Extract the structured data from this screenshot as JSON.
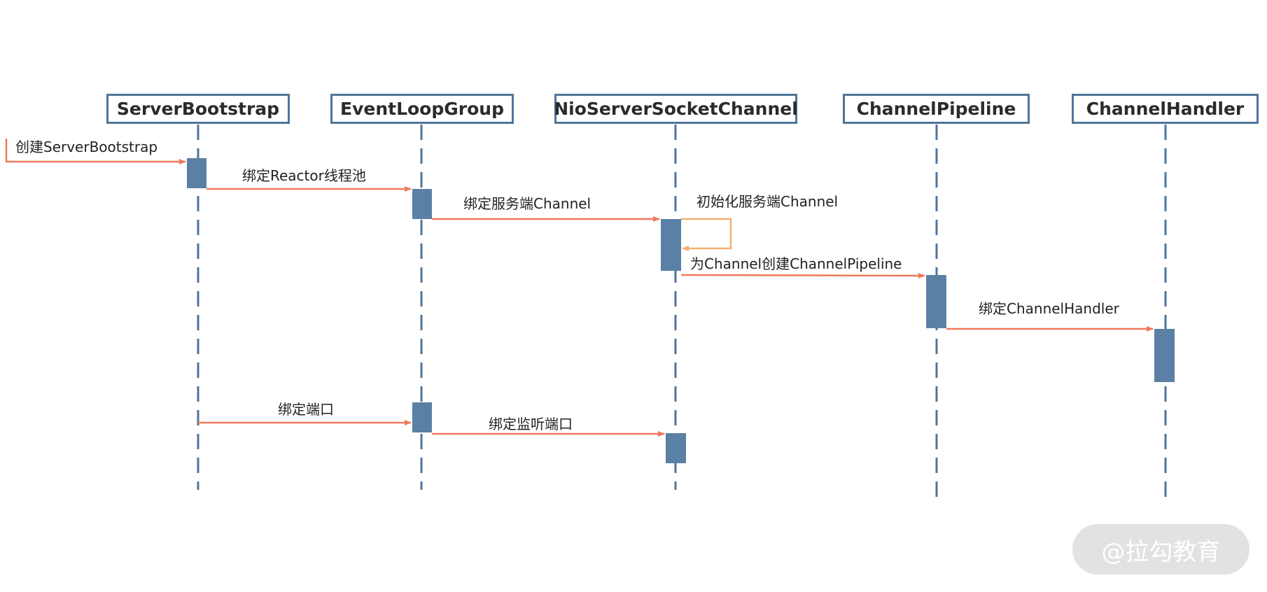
{
  "colors": {
    "actor_border": "#4f7599",
    "lifeline": "#4f7599",
    "activation": "#5b80a5",
    "arrow": "#ef7a5c",
    "self_arrow": "#f2b06e"
  },
  "actors": [
    {
      "label": "ServerBootstrap"
    },
    {
      "label": "EventLoopGroup"
    },
    {
      "label": "NioServerSocketChannel"
    },
    {
      "label": "ChannelPipeline"
    },
    {
      "label": "ChannelHandler"
    }
  ],
  "messages": [
    {
      "label": "创建ServerBootstrap"
    },
    {
      "label": "绑定Reactor线程池"
    },
    {
      "label": "绑定服务端Channel"
    },
    {
      "label": "初始化服务端Channel"
    },
    {
      "label": "为Channel创建ChannelPipeline"
    },
    {
      "label": "绑定ChannelHandler"
    },
    {
      "label": "绑定端口"
    },
    {
      "label": "绑定监听端口"
    }
  ],
  "watermark": {
    "text": "@拉勾教育"
  }
}
